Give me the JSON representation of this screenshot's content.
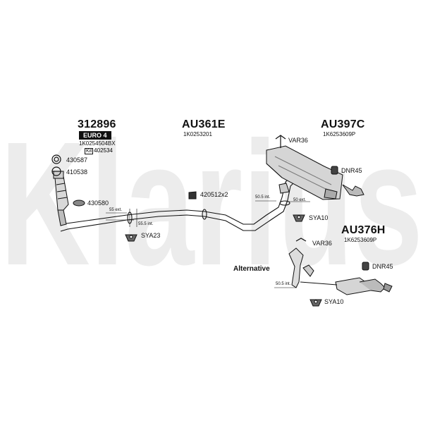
{
  "colors": {
    "watermark": "#e9e9e9",
    "line": "#111111",
    "part_fill": "#cfcfcf",
    "part_dark": "#555555"
  },
  "watermark": {
    "text": "Klarius"
  },
  "front": {
    "part_number": "312896",
    "euro_badge": "EURO 4",
    "oem": "1K0254504BX",
    "kit_prefix": "Kit",
    "kit_number": "402534",
    "clamp_1": "430587",
    "clamp_2": "410538",
    "gasket": "430580",
    "ext_dim": "55 ext.",
    "int_dim": "55.5 int.",
    "mount": "SYA23"
  },
  "centre": {
    "part_number": "AU361E",
    "oem": "1K0253201",
    "clamp": "420512x2"
  },
  "rear": {
    "part_number": "AU397C",
    "oem": "1K6253609P",
    "hanger": "VAR36",
    "tail": "DNR45",
    "int_dim": "50.5 int.",
    "ext_dim": "50 ext.",
    "mount": "SYA10"
  },
  "alternative": {
    "title": "Alternative",
    "part_number": "AU376H",
    "oem": "1K6253609P",
    "hanger": "VAR36",
    "tail": "DNR45",
    "int_dim": "50.5 int.",
    "mount": "SYA10"
  }
}
